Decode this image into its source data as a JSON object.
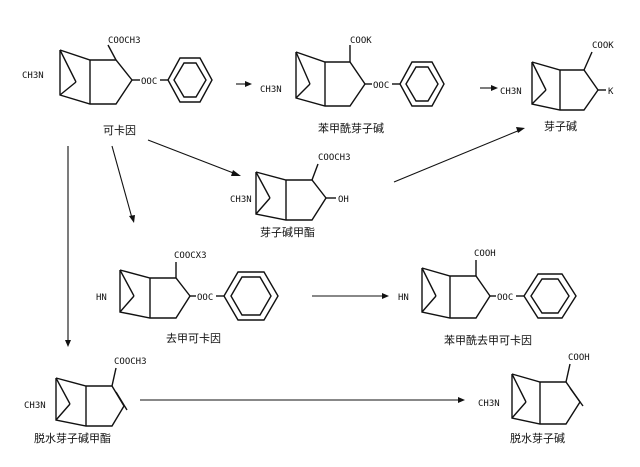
{
  "labels": {
    "cocaine": "可卡因",
    "benzoylecgonine": "苯甲酰芽子碱",
    "ecgonine": "芽子碱",
    "ecgonine_methyl_ester": "芽子碱甲酯",
    "norcocaine": "去甲可卡因",
    "benzoylnorecgonine": "苯甲酰去甲可卡因",
    "anhydroecgonine_methyl_ester": "脱水芽子碱甲酯",
    "anhydroecgonine": "脱水芽子碱"
  },
  "groups": {
    "cooch3": "COOCH3",
    "coocx3": "COOCX3",
    "cooh": "COOH",
    "cook": "COOK",
    "ooc": "OOC",
    "oh": "OH",
    "k": "K",
    "ch3n": "CH3N",
    "hn": "HN"
  }
}
